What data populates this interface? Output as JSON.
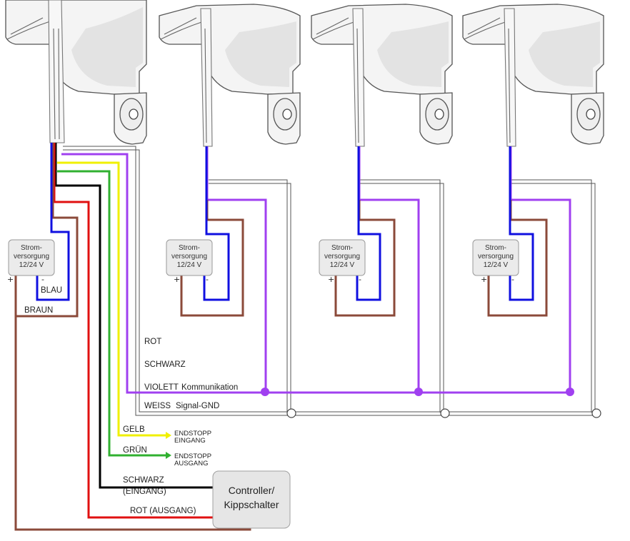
{
  "motors": [
    {
      "id": "motor-1"
    },
    {
      "id": "motor-2"
    },
    {
      "id": "motor-3"
    },
    {
      "id": "motor-4"
    }
  ],
  "power_supplies": [
    {
      "line1": "Strom-",
      "line2": "versorgung",
      "line3": "12/24 V",
      "plus": "+",
      "minus": "-"
    },
    {
      "line1": "Strom-",
      "line2": "versorgung",
      "line3": "12/24 V",
      "plus": "+",
      "minus": "-"
    },
    {
      "line1": "Strom-",
      "line2": "versorgung",
      "line3": "12/24 V",
      "plus": "+",
      "minus": "-"
    },
    {
      "line1": "Strom-",
      "line2": "versorgung",
      "line3": "12/24 V",
      "plus": "+",
      "minus": "-"
    }
  ],
  "wire_labels": {
    "blau": "BLAU",
    "braun": "BRAUN",
    "rot": "ROT",
    "schwarz": "SCHWARZ",
    "violett": "VIOLETT",
    "kommunikation": "Kommunikation",
    "weiss": "WEISS",
    "signal_gnd": "Signal-GND",
    "gelb": "GELB",
    "gruen": "GRÜN",
    "schwarz_eingang_1": "SCHWARZ",
    "schwarz_eingang_2": "(EINGANG)",
    "rot_ausgang": "ROT (AUSGANG)"
  },
  "endstop_labels": {
    "eingang_1": "ENDSTOPP",
    "eingang_2": "EINGANG",
    "ausgang_1": "ENDSTOPP",
    "ausgang_2": "AUSGANG"
  },
  "controller": {
    "line1": "Controller/",
    "line2": "Kippschalter"
  },
  "colors": {
    "blue": "#1010e0",
    "brown": "#8b4a3a",
    "violet": "#a040f0",
    "red": "#e01010",
    "black": "#000000",
    "yellow": "#f0f000",
    "green": "#30b030",
    "white_wire": "#555555"
  }
}
